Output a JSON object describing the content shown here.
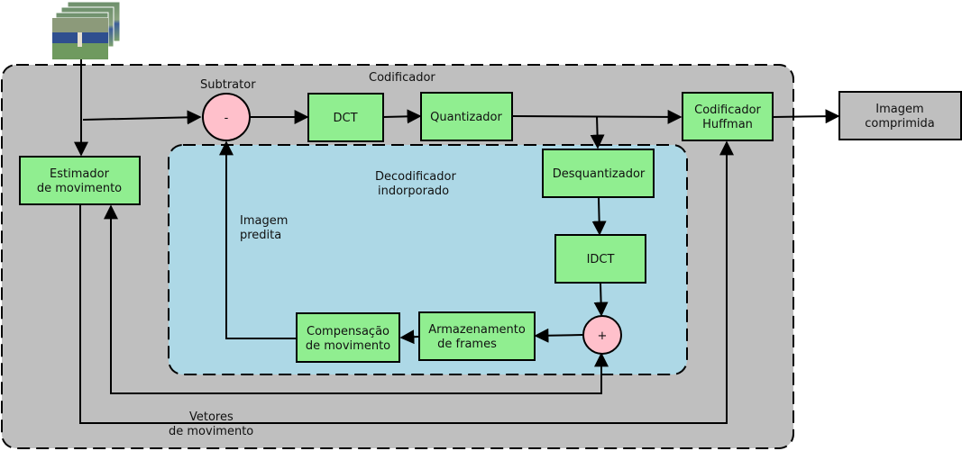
{
  "colors": {
    "encoder_region": "#bfbfbf",
    "decoder_region": "#add8e6",
    "block": "#90ee90",
    "circle": "#ffc0cb",
    "output_block": "#bfbfbf",
    "stroke": "#000000"
  },
  "labels": {
    "encoder": "Codificador",
    "subtractor": "Subtrator",
    "decoder_line1": "Decodificador",
    "decoder_line2": "indorporado",
    "predicted_line1": "Imagem",
    "predicted_line2": "predita",
    "vectors_line1": "Vetores",
    "vectors_line2": "de movimento"
  },
  "blocks": {
    "dct": "DCT",
    "quantizer": "Quantizador",
    "huffman_line1": "Codificador",
    "huffman_line2": "Huffman",
    "output_line1": "Imagem",
    "output_line2": "comprimida",
    "motion_estimator_line1": "Estimador",
    "motion_estimator_line2": "de movimento",
    "dequantizer": "Desquantizador",
    "idct": "IDCT",
    "frame_storage_line1": "Armazenamento",
    "frame_storage_line2": "de frames",
    "motion_comp_line1": "Compensação",
    "motion_comp_line2": "de movimento"
  },
  "operators": {
    "subtract": "-",
    "add": "+"
  },
  "input_icon": "video-frames-thumbnail"
}
